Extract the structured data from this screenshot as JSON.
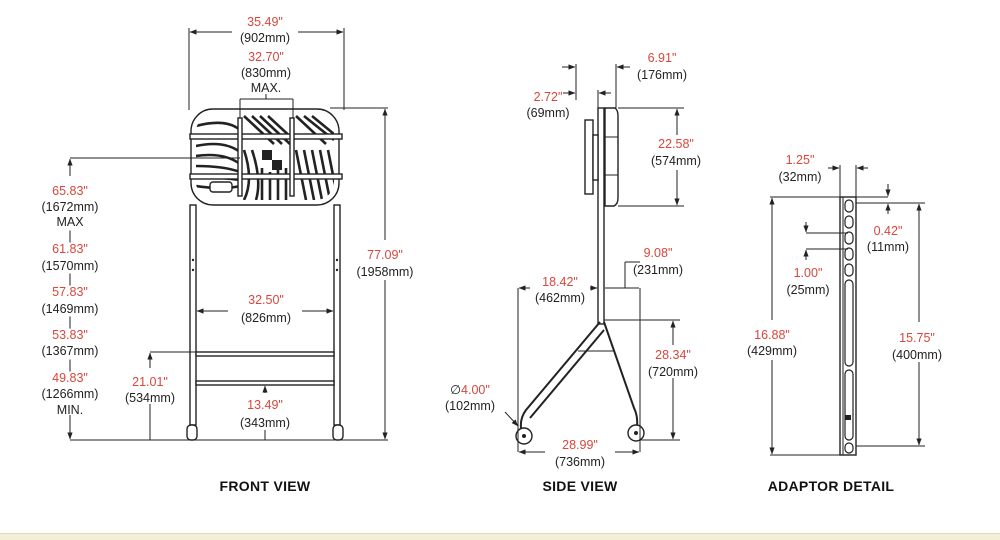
{
  "front_view": {
    "title": "FRONT VIEW",
    "overall_width": {
      "in": "35.49\"",
      "mm": "(902mm)"
    },
    "mount_width": {
      "in": "32.70\"",
      "mm": "(830mm)",
      "note": "MAX."
    },
    "inner_width": {
      "in": "32.50\"",
      "mm": "(826mm)"
    },
    "shelf_clearance": {
      "in": "13.49\"",
      "mm": "(343mm)"
    },
    "shelf_height": {
      "in": "21.01\"",
      "mm": "(534mm)"
    },
    "overall_height": {
      "in": "77.09\"",
      "mm": "(1958mm)"
    },
    "center_heights": [
      {
        "in": "65.83\"",
        "mm": "(1672mm)",
        "note": "MAX"
      },
      {
        "in": "61.83\"",
        "mm": "(1570mm)"
      },
      {
        "in": "57.83\"",
        "mm": "(1469mm)"
      },
      {
        "in": "53.83\"",
        "mm": "(1367mm)"
      },
      {
        "in": "49.83\"",
        "mm": "(1266mm)",
        "note": "MIN."
      }
    ],
    "separator": "|"
  },
  "side_view": {
    "title": "SIDE VIEW",
    "depth_display": {
      "in": "6.91\"",
      "mm": "(176mm)"
    },
    "mount_offset": {
      "in": "2.72\"",
      "mm": "(69mm)"
    },
    "display_height": {
      "in": "22.58\"",
      "mm": "(574mm)"
    },
    "rear_depth": {
      "in": "9.08\"",
      "mm": "(231mm)"
    },
    "front_depth": {
      "in": "18.42\"",
      "mm": "(462mm)"
    },
    "base_height": {
      "in": "28.34\"",
      "mm": "(720mm)"
    },
    "caster": {
      "symbol": "∅",
      "in": "4.00\"",
      "mm": "(102mm)"
    },
    "base_depth": {
      "in": "28.99\"",
      "mm": "(736mm)"
    }
  },
  "adaptor_detail": {
    "title": "ADAPTOR DETAIL",
    "width": {
      "in": "1.25\"",
      "mm": "(32mm)"
    },
    "top_offset": {
      "in": "0.42\"",
      "mm": "(11mm)"
    },
    "hole_pitch": {
      "in": "1.00\"",
      "mm": "(25mm)"
    },
    "length": {
      "in": "16.88\"",
      "mm": "(429mm)"
    },
    "hole_span": {
      "in": "15.75\"",
      "mm": "(400mm)"
    }
  },
  "colors": {
    "dimension_value": "#d9463b",
    "text": "#222222",
    "footer_strip": "#f1efd5"
  }
}
